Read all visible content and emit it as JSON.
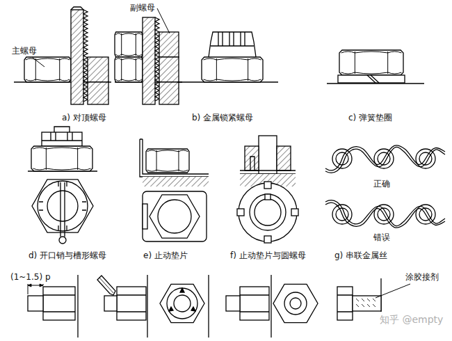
{
  "diagram": {
    "labels": [
      "副螺母",
      "主螺母",
      "a) 对顶螺母",
      "b) 金属锁紧螺母",
      "c) 弹簧垫圈",
      "正确",
      "错误",
      "d) 开口销与槽形螺母",
      "e) 止动垫片",
      "f) 止动垫片与圆螺母",
      "g) 串联金属丝",
      "(1~1.5) p",
      "涂胶接剂",
      "知乎 @empty"
    ]
  }
}
